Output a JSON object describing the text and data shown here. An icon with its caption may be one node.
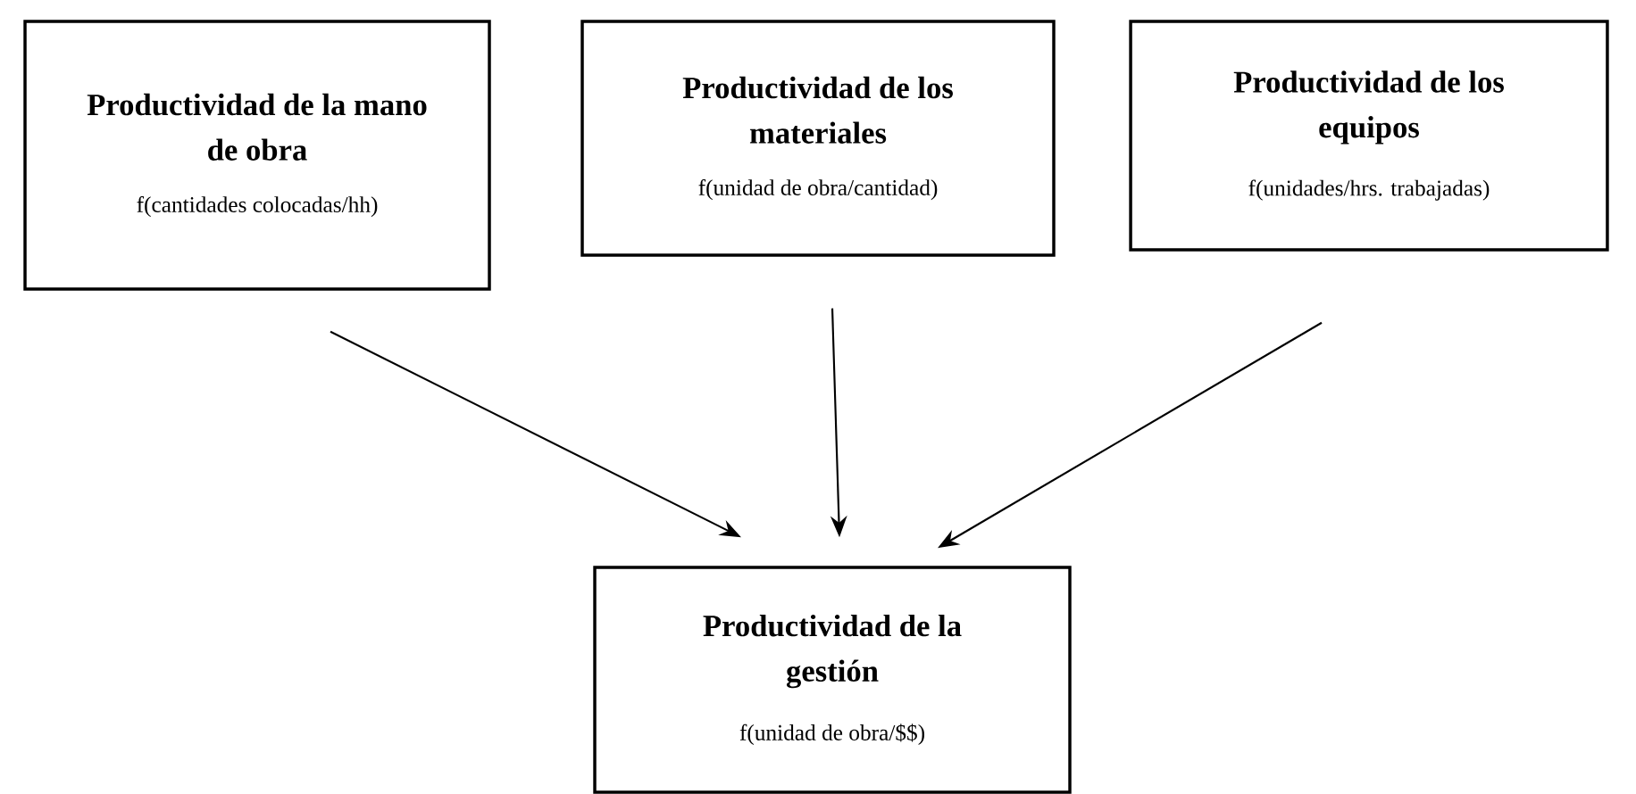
{
  "diagram": {
    "nodes": [
      {
        "text": [
          "Productividad de la mano de obra",
          "f(cantidades colocadas/hh)"
        ]
      },
      {
        "text": [
          "Productividad de los materiales",
          "f(unidad de obra/cantidad)"
        ]
      },
      {
        "text": [
          "Productividad de los equipos",
          "f(unidades/hrs. trabajadas)"
        ]
      },
      {
        "text": [
          "Productividad de la gestión",
          "f(unidad de obra/$$)"
        ]
      }
    ],
    "edges": [
      {
        "from": 0,
        "to": 3,
        "arrow": "to"
      },
      {
        "from": 1,
        "to": 3,
        "arrow": "to"
      },
      {
        "from": 2,
        "to": 3,
        "arrow": "to"
      }
    ]
  }
}
